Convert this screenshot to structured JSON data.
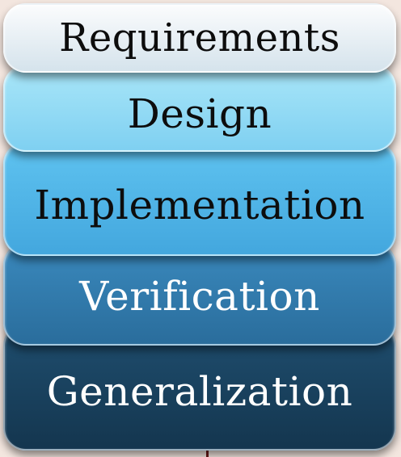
{
  "stages": [
    {
      "label": "Requirements"
    },
    {
      "label": "Design"
    },
    {
      "label": "Implementation"
    },
    {
      "label": "Verification"
    },
    {
      "label": "Generalization"
    }
  ],
  "colors": {
    "requirements": "#e8f0f5",
    "design": "#8fd8f4",
    "implementation": "#4fb4e6",
    "verification": "#317aab",
    "generalization": "#1a425f",
    "background": "#f3e6df"
  }
}
